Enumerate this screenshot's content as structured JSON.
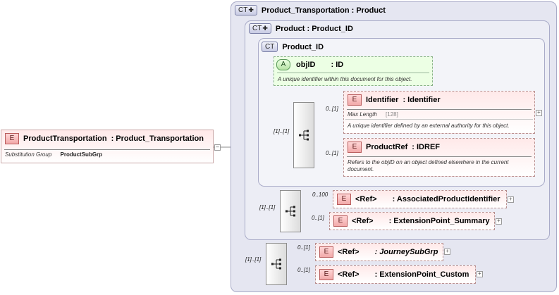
{
  "root": {
    "badge": "E",
    "name": "ProductTransportation",
    "type": ": Product_Transportation",
    "prop_key": "Substitution Group",
    "prop_val": "ProductSubGrp"
  },
  "ct_outer": {
    "badge": "CT",
    "title": "Product_Transportation : Product"
  },
  "ct_mid": {
    "badge": "CT",
    "title": "Product  : Product_ID"
  },
  "ct_inner": {
    "badge": "CT",
    "title": "Product_ID"
  },
  "attribute": {
    "badge": "A",
    "name": "objID",
    "type": ": ID",
    "doc": "A unique identifier within this document for this object."
  },
  "identifier": {
    "badge": "E",
    "name": "Identifier",
    "type": ": Identifier",
    "prop_key": "Max Length",
    "prop_val": "[128]",
    "doc": "A unique identifier defined by an external authority for this object.",
    "mult": "0..[1]"
  },
  "productref": {
    "badge": "E",
    "name": "ProductRef",
    "type": ": IDREF",
    "doc": "Refers to the objID on an object defined elsewhere in the current document.",
    "mult": "0..[1]"
  },
  "seq_inner": {
    "mult": "[1]..[1]"
  },
  "seq_mid": {
    "mult": "[1]..[1]"
  },
  "seq_outer": {
    "mult": "[1]..[1]"
  },
  "ref_assoc": {
    "badge": "E",
    "name": "<Ref>",
    "type": ": AssociatedProductIdentifier",
    "mult": "0..100"
  },
  "ref_ext_summary": {
    "badge": "E",
    "name": "<Ref>",
    "type": ": ExtensionPoint_Summary",
    "mult": "0..[1]"
  },
  "ref_journey": {
    "badge": "E",
    "name": "<Ref>",
    "type": ": JourneySubGrp",
    "mult": "0..[1]"
  },
  "ref_ext_custom": {
    "badge": "E",
    "name": "<Ref>",
    "type": ": ExtensionPoint_Custom",
    "mult": "0..[1]"
  }
}
